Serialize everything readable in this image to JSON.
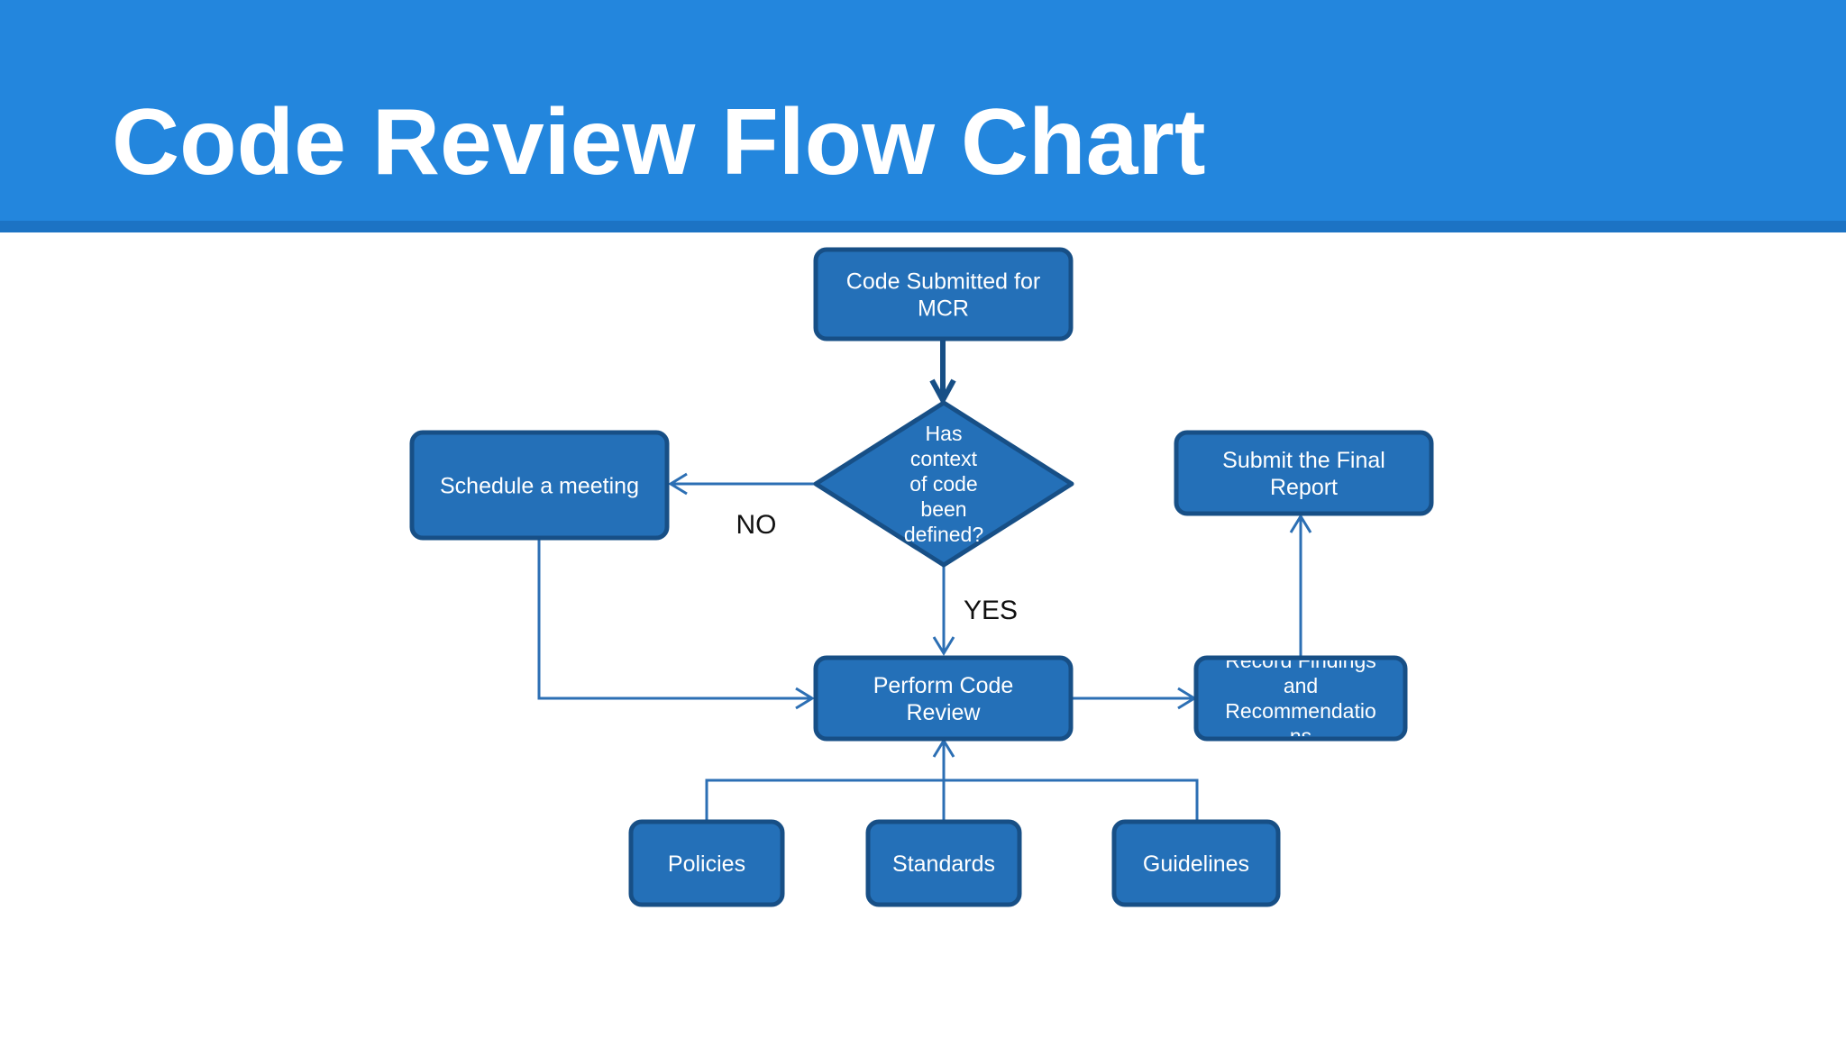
{
  "slide": {
    "title": "Code Review Flow Chart"
  },
  "colors": {
    "header": "#2386dd",
    "header_stripe": "#1c73c4",
    "node_fill": "#2470b8",
    "node_border": "#174f86",
    "connector": "#2c6fb4",
    "node_text": "#ffffff",
    "edge_label_text": "#111111"
  },
  "flowchart": {
    "nodes": {
      "submitted": {
        "lines": [
          "Code Submitted for",
          "MCR"
        ]
      },
      "decision": {
        "lines": [
          "Has",
          "context",
          "of code",
          "been",
          "defined?"
        ]
      },
      "meeting": {
        "lines": [
          "Schedule a meeting"
        ]
      },
      "final_report": {
        "lines": [
          "Submit the Final",
          "Report"
        ]
      },
      "perform_review": {
        "lines": [
          "Perform Code",
          "Review"
        ]
      },
      "record": {
        "lines": [
          "Record Findings",
          "and",
          "Recommendatio",
          "ns"
        ]
      },
      "policies": {
        "lines": [
          "Policies"
        ]
      },
      "standards": {
        "lines": [
          "Standards"
        ]
      },
      "guidelines": {
        "lines": [
          "Guidelines"
        ]
      }
    },
    "edge_labels": {
      "no": "NO",
      "yes": "YES"
    }
  }
}
